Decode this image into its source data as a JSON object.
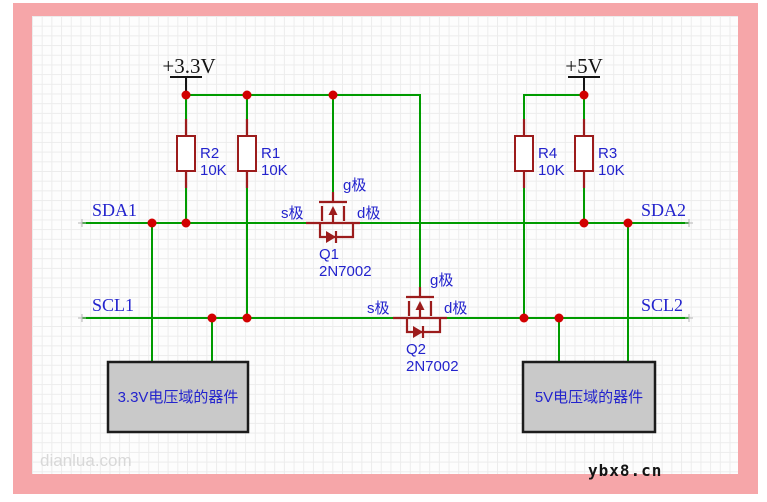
{
  "colors": {
    "wire": "#009b00",
    "junction": "#d20000",
    "component": "#9c1c1c",
    "label": "#2323cd",
    "power-text": "#141414",
    "frame-pink": "#f6a6a9",
    "canvas-bg": "#fdfdfd",
    "grid": "#ececec",
    "box-fill": "#c9c9c9",
    "box-border": "#1c1c1c",
    "watermark-gray": "#d8d8d8",
    "watermark-dark": "#141414"
  },
  "power": {
    "left": "+3.3V",
    "right": "+5V"
  },
  "nets": {
    "sda1": "SDA1",
    "scl1": "SCL1",
    "sda2": "SDA2",
    "scl2": "SCL2"
  },
  "resistors": [
    {
      "ref": "R2",
      "value": "10K"
    },
    {
      "ref": "R1",
      "value": "10K"
    },
    {
      "ref": "R4",
      "value": "10K"
    },
    {
      "ref": "R3",
      "value": "10K"
    }
  ],
  "transistors": [
    {
      "ref": "Q1",
      "part": "2N7002",
      "gate": "g极",
      "source": "s极",
      "drain": "d极"
    },
    {
      "ref": "Q2",
      "part": "2N7002",
      "gate": "g极",
      "source": "s极",
      "drain": "d极"
    }
  ],
  "devices": {
    "left": "3.3V电压域的器件",
    "right": "5V电压域的器件"
  },
  "watermarks": {
    "left": "dianlua.com",
    "right": "ybx8.cn"
  }
}
